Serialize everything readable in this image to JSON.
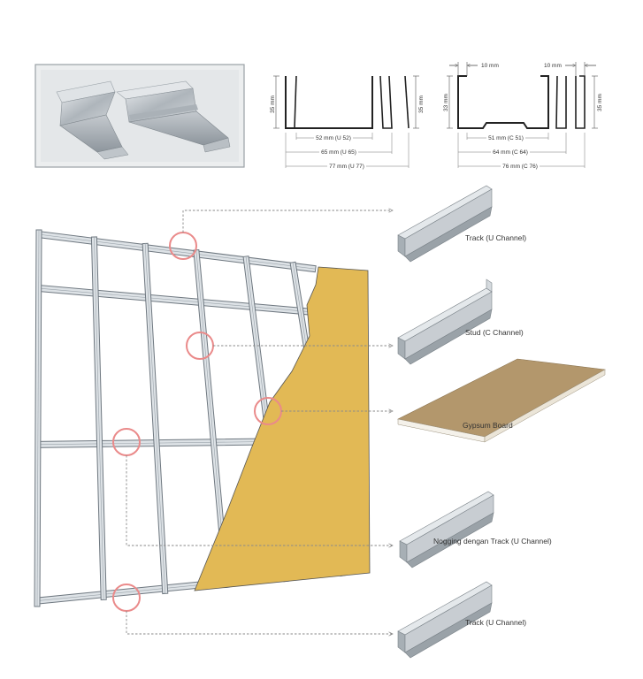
{
  "colors": {
    "board": "#e2b955",
    "board_edge": "#555555",
    "frame_stroke": "#7d8790",
    "frame_fill": "#d9dee3",
    "marker": "#ea8a8a",
    "leader": "#8a8a8a",
    "gypsum_top": "#b89a6e"
  },
  "u_profile": {
    "height_left": "35 mm",
    "height_right": "35 mm",
    "width_52": "52 mm (U 52)",
    "width_65": "65 mm (U 65)",
    "width_77": "77 mm (U 77)"
  },
  "c_profile": {
    "lip_left": "10 mm",
    "lip_right": "10 mm",
    "height_left": "33 mm",
    "height_right": "35 mm",
    "width_51": "51 mm (C 51)",
    "width_64": "64 mm (C 64)",
    "width_76": "76 mm (C 76)"
  },
  "components": [
    {
      "label": "Track (U  Channel)",
      "icon": "u-channel-icon"
    },
    {
      "label": "Stud (C Channel)",
      "icon": "c-channel-icon"
    },
    {
      "label": "Gypsum Board",
      "icon": "gypsum-board-icon"
    },
    {
      "label": "Nogging dengan Track (U Channel)",
      "icon": "u-channel-icon"
    },
    {
      "label": "Track (U Channel)",
      "icon": "u-channel-icon"
    }
  ]
}
